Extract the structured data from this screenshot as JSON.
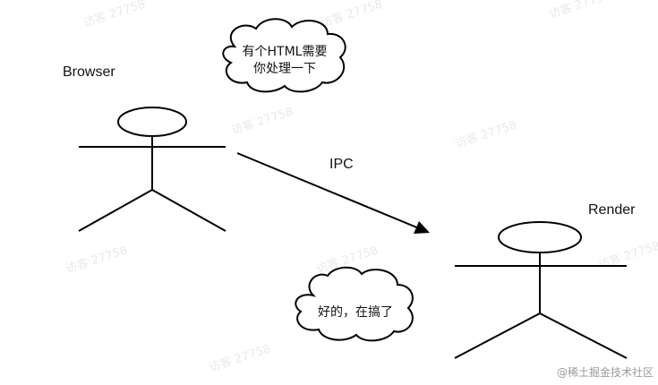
{
  "actors": {
    "browser": {
      "label": "Browser"
    },
    "render": {
      "label": "Render"
    }
  },
  "arrow": {
    "label": "IPC"
  },
  "bubbles": {
    "browser": {
      "lines": [
        "有个HTML需要",
        "你处理一下"
      ]
    },
    "render": {
      "text": "好的，在搞了"
    }
  },
  "watermark": {
    "text": "访客 27758"
  },
  "footer": {
    "credit": "@稀土掘金技术社区"
  },
  "colors": {
    "stroke": "#000000",
    "text": "#111111",
    "watermark": "#e9e9e9",
    "credit": "#9a9a9a"
  }
}
